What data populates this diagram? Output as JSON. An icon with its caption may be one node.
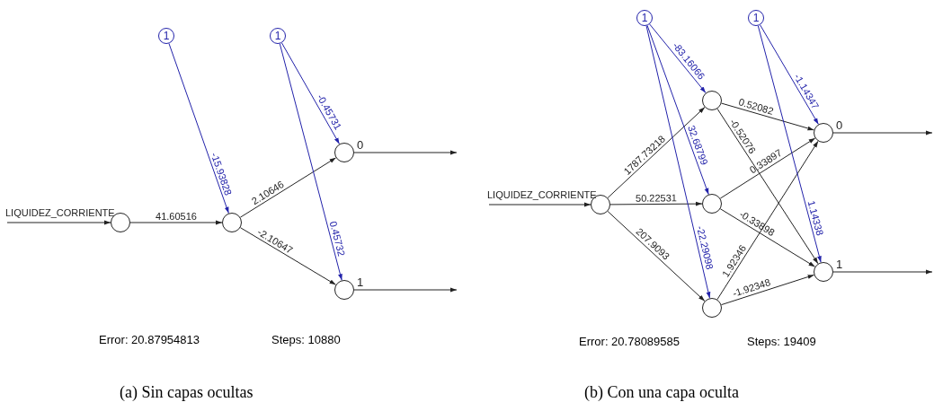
{
  "diagram": {
    "nodes": [
      {
        "text": [
          "1"
        ]
      },
      {
        "text": [
          "1"
        ]
      },
      {
        "text": [],
        "shape": "circle",
        "beside": [
          "LIQUIDEZ_CORRIENTE"
        ]
      },
      {
        "text": [],
        "shape": "circle"
      },
      {
        "text": [],
        "shape": "circle",
        "beside": [
          "0"
        ]
      },
      {
        "text": [],
        "shape": "circle",
        "beside": [
          "1"
        ]
      },
      {
        "text": [
          "1"
        ]
      },
      {
        "text": [
          "1"
        ]
      },
      {
        "text": [],
        "shape": "circle",
        "beside": [
          "LIQUIDEZ_CORRIENTE"
        ]
      },
      {
        "text": [],
        "shape": "circle"
      },
      {
        "text": [],
        "shape": "circle"
      },
      {
        "text": [],
        "shape": "circle"
      },
      {
        "text": [],
        "shape": "circle",
        "beside": [
          "0"
        ]
      },
      {
        "text": [],
        "shape": "circle",
        "beside": [
          "1"
        ]
      }
    ],
    "edges": [
      {
        "from": null,
        "to": 2,
        "arrow": "to"
      },
      {
        "from": 2,
        "to": 3,
        "arrow": "to",
        "label": "41.60516"
      },
      {
        "from": 0,
        "to": 3,
        "arrow": "to",
        "label": "-15.93828",
        "color": "#2222aa"
      },
      {
        "from": 3,
        "to": 4,
        "arrow": "to",
        "label": "2.10646"
      },
      {
        "from": 3,
        "to": 5,
        "arrow": "to",
        "label": "-2.10647"
      },
      {
        "from": 1,
        "to": 4,
        "arrow": "to",
        "label": "-0.45731",
        "color": "#2222aa"
      },
      {
        "from": 1,
        "to": 5,
        "arrow": "to",
        "label": "0.45732",
        "color": "#2222aa"
      },
      {
        "from": 4,
        "to": null,
        "arrow": "to"
      },
      {
        "from": 5,
        "to": null,
        "arrow": "to"
      },
      {
        "from": null,
        "to": 8,
        "arrow": "to"
      },
      {
        "from": 8,
        "to": 9,
        "arrow": "to",
        "label": "1787.73218"
      },
      {
        "from": 8,
        "to": 10,
        "arrow": "to",
        "label": "50.22531"
      },
      {
        "from": 8,
        "to": 11,
        "arrow": "to",
        "label": "207.9093"
      },
      {
        "from": 6,
        "to": 9,
        "arrow": "to",
        "label": "-83.16066",
        "color": "#2222aa"
      },
      {
        "from": 6,
        "to": 10,
        "arrow": "to",
        "label": "32.68799",
        "color": "#2222aa"
      },
      {
        "from": 6,
        "to": 11,
        "arrow": "to",
        "label": "-22.29098",
        "color": "#2222aa"
      },
      {
        "from": 9,
        "to": 12,
        "arrow": "to",
        "label": "0.52082"
      },
      {
        "from": 9,
        "to": 13,
        "arrow": "to",
        "label": "-0.52076"
      },
      {
        "from": 10,
        "to": 12,
        "arrow": "to",
        "label": "0.33897"
      },
      {
        "from": 10,
        "to": 13,
        "arrow": "to",
        "label": "-0.33898"
      },
      {
        "from": 11,
        "to": 12,
        "arrow": "to",
        "label": "1.92346"
      },
      {
        "from": 11,
        "to": 13,
        "arrow": "to",
        "label": "-1.92348"
      },
      {
        "from": 7,
        "to": 12,
        "arrow": "to",
        "label": "-1.14347",
        "color": "#2222aa"
      },
      {
        "from": 7,
        "to": 13,
        "arrow": "to",
        "label": "1.14338",
        "color": "#2222aa"
      },
      {
        "from": 12,
        "to": null,
        "arrow": "to"
      },
      {
        "from": 13,
        "to": null,
        "arrow": "to"
      }
    ],
    "labels": [
      "Error: 20.87954813",
      "Steps: 10880",
      "Error: 20.78089585",
      "Steps: 19409",
      "(a) Sin capas ocultas",
      "(b) Con una capa oculta"
    ]
  }
}
